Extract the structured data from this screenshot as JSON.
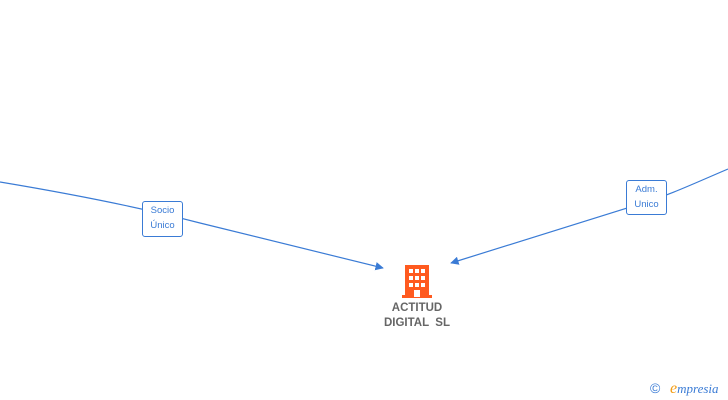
{
  "colors": {
    "edge": "#3a7bd5",
    "company_icon": "#ff5a1f",
    "company_text": "#666666",
    "brand_initial": "#f39c12"
  },
  "nodes": {
    "company": {
      "icon": "building-icon",
      "name_line1": "ACTITUD",
      "name_line2": "DIGITAL  SL"
    }
  },
  "edges": [
    {
      "id": "socio",
      "label_line1": "Socio",
      "label_line2": "Único"
    },
    {
      "id": "adm",
      "label_line1": "Adm.",
      "label_line2": "Unico"
    }
  ],
  "footer": {
    "copyright_symbol": "©",
    "brand_initial": "e",
    "brand_rest": "mpresia"
  }
}
